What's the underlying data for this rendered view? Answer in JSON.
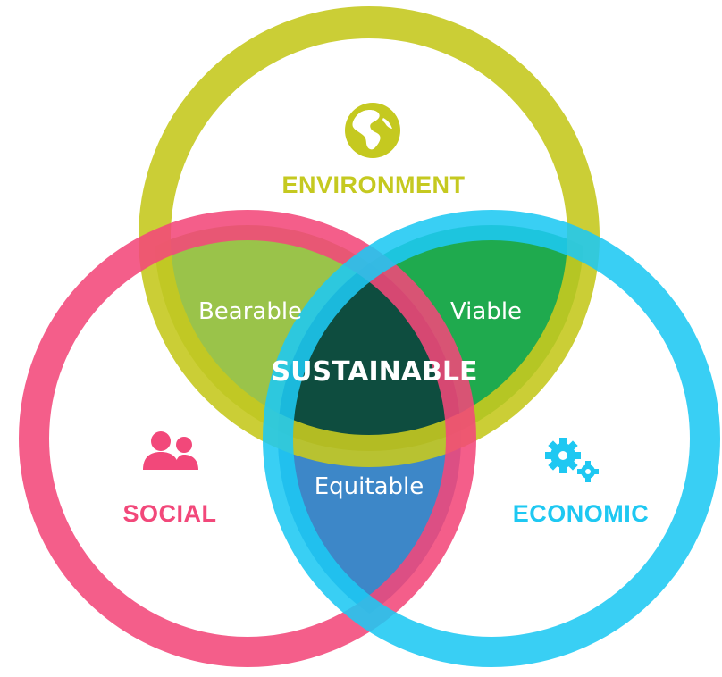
{
  "colors": {
    "environment": "#C5C920",
    "social": "#F2487A",
    "economic": "#1EC8F2",
    "bearable_fill": "#9AC34A",
    "viable_fill": "#1FAA4E",
    "equitable_fill": "#3D87C8",
    "center_fill": "#0E4D3F",
    "background": "#FFFFFF"
  },
  "circles": {
    "environment": {
      "label": "ENVIRONMENT",
      "icon": "globe-icon"
    },
    "social": {
      "label": "SOCIAL",
      "icon": "people-icon"
    },
    "economic": {
      "label": "ECONOMIC",
      "icon": "gears-icon"
    }
  },
  "intersections": {
    "bearable": "Bearable",
    "viable": "Viable",
    "equitable": "Equitable",
    "center": "SUSTAINABLE"
  }
}
